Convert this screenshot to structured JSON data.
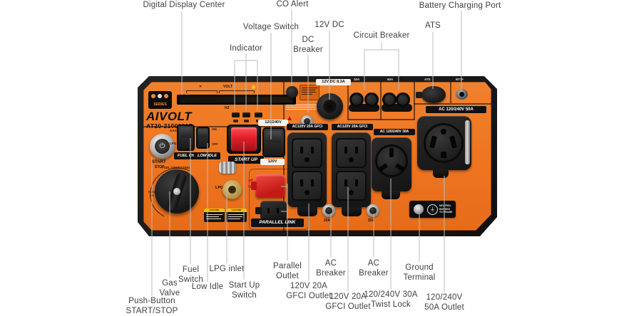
{
  "callouts": {
    "digital_display_center": "Digital Display Center",
    "co_alert": "CO Alert",
    "voltage_switch": "Voltage Switch",
    "dc_12v": "12V DC",
    "dc_breaker": "DC Breaker",
    "indicator": "Indicator",
    "circuit_breaker": "Circuit Breaker",
    "ats": "ATS",
    "battery_charging_port": "Battery Charging Port",
    "push_button_start_stop": "Push-Button START/STOP",
    "gas_valve": "Gas Valve",
    "fuel_switch": "Fuel Switch",
    "low_idle": "Low Idle",
    "lpg_inlet": "LPG inlet",
    "start_up_switch": "Start Up Switch",
    "parallel_outlet": "Parallel Outlet",
    "gfci_outlet_1": "120V 20A GFCI Outlet",
    "ac_breaker_1": "AC Breaker",
    "gfci_outlet_2": "120V 20A GFCI Outlet",
    "ac_breaker_2": "AC Breaker",
    "twist_lock": "120/240V 30A Twist Lock",
    "ground_terminal": "Ground Terminal",
    "outlet_50a": "120/240V 50A Outlet"
  },
  "panel": {
    "series_badge": "SERIES",
    "brand": "AIVOLT",
    "model": "AT20-2100001E",
    "display": {
      "volt": "VOLT",
      "hz": "HZ"
    },
    "start_stop": {
      "start": "START",
      "stop": "STOP"
    },
    "fuel_choice": {
      "label": "FUEL CHOICE",
      "gas": "GAS",
      "lpg": "LPG"
    },
    "low_idle": {
      "label": "LOW IDLE",
      "on": "ON",
      "off": "OFF"
    },
    "start_up": {
      "label": "START UP"
    },
    "voltage_switch": {
      "top": "120/240V",
      "bottom": "120V"
    },
    "fuel_knob": {
      "operating": "FUEL OPERATING",
      "on": "FUEL ON"
    },
    "lpg": {
      "label": "LPG"
    },
    "cautions": {
      "c1": "CAUTION",
      "c2": "CAUTION"
    },
    "parallel": {
      "label": "PARALLEL LINK"
    },
    "bezel": {
      "b30": "30A",
      "b50": "50A",
      "ats": "ATS",
      "bat": "BT1+"
    },
    "dc12v": {
      "label": "12V DC 8.3A"
    },
    "ac50": {
      "label": "AC 120/240V 50A"
    },
    "gfci": {
      "label1": "AC120V 20A GFCI",
      "label2": "AC120V 20A GFCI"
    },
    "twist": {
      "label": "AC 120/240V 30A"
    },
    "breakers20": {
      "a": "20A",
      "b": "20A"
    },
    "ground": {
      "line1": "NEUTRAL BONDED",
      "line2": "TO FRAME"
    }
  },
  "colors": {
    "panel_orange": "#ee7420",
    "housing_black": "#161616",
    "accent_red": "#d92b24",
    "callout_gray": "#3f3f3f"
  }
}
